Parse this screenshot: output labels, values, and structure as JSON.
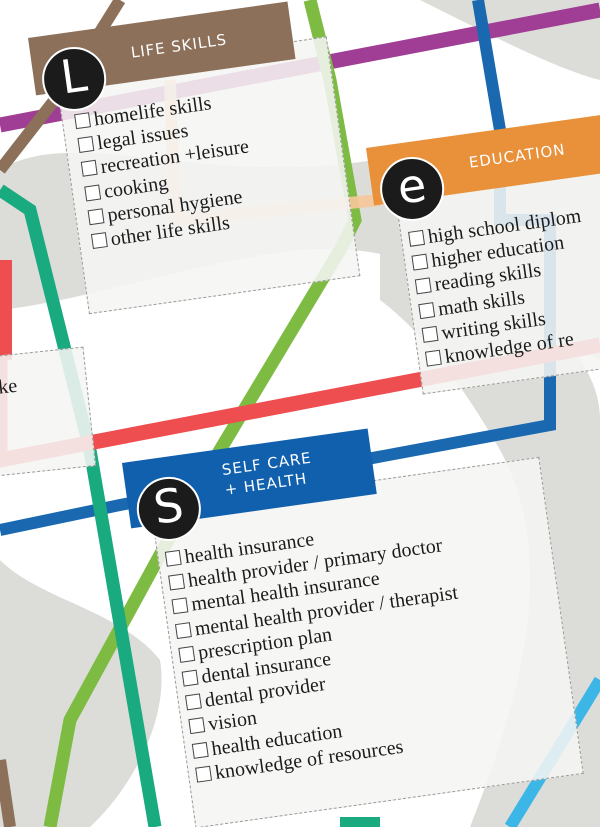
{
  "colors": {
    "purple": "#a03d94",
    "blue": "#1a68b0",
    "green": "#7dbb42",
    "teal": "#1aaa80",
    "red": "#ee4e50",
    "brown": "#8c705a",
    "orange": "#e8913a",
    "self_care_blue": "#1160ae",
    "light_blue": "#3cb6e6",
    "brush_gray": "#dcdcd8"
  },
  "life_skills": {
    "badge": "L",
    "title": "LIFE SKILLS",
    "items": [
      "homelife skills",
      "legal issues",
      "recreation +leisure",
      "cooking",
      "personal hygiene",
      "other life skills"
    ]
  },
  "education": {
    "badge": "e",
    "title": "EDUCATION",
    "items": [
      "high school diplom",
      "higher education",
      "reading skills",
      "math skills",
      "writing skills",
      "knowledge of re"
    ]
  },
  "self_care": {
    "badge": "S",
    "title_line1": "SELF CARE",
    "title_line2": "+ HEALTH",
    "items": [
      "health insurance",
      "health provider / primary doctor",
      "mental health insurance",
      "mental health provider / therapist",
      "prescription plan",
      "dental insurance",
      "dental provider",
      "vision",
      "health education",
      "knowledge of resources"
    ]
  },
  "left_fragment": "ke"
}
